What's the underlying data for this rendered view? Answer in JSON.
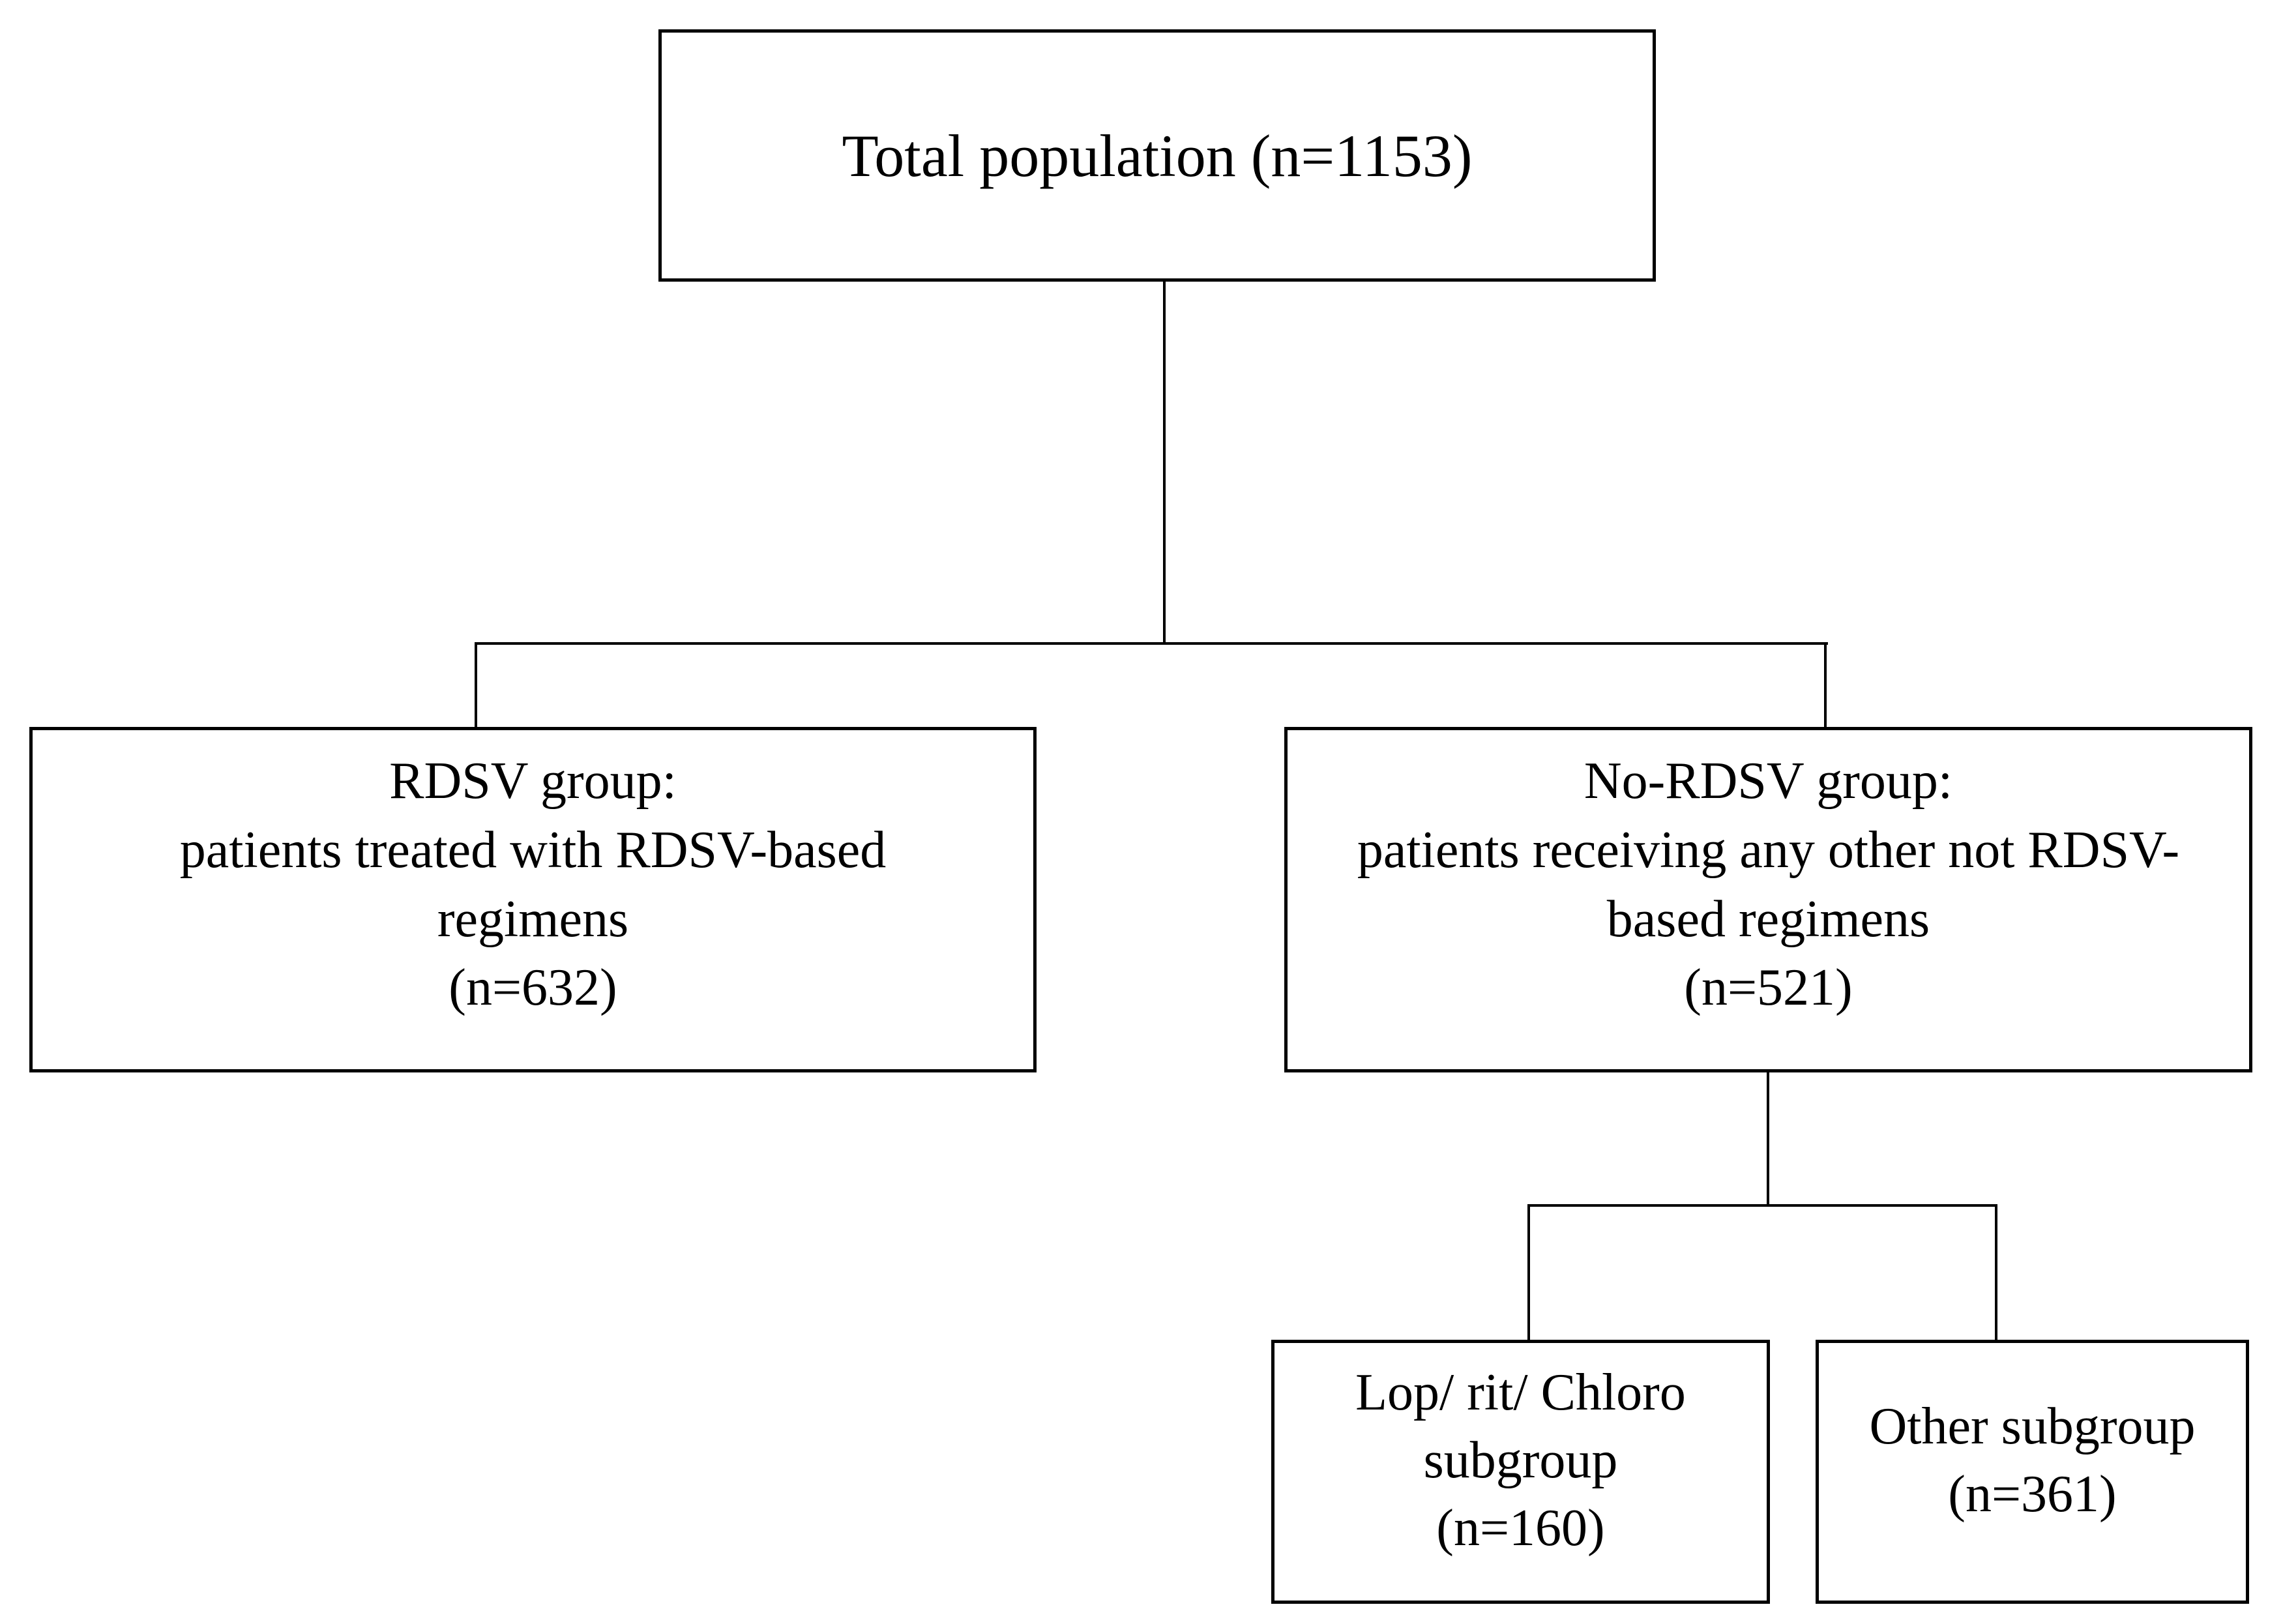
{
  "diagram": {
    "type": "flowchart",
    "colors": {
      "background": "#ffffff",
      "box_border": "#000000",
      "line": "#000000",
      "text": "#000000"
    },
    "nodes": [
      {
        "id": "total-population",
        "lines": [
          "Total population (n=1153)"
        ]
      },
      {
        "id": "rdsv-group",
        "lines": [
          "RDSV group:",
          "patients treated with RDSV-based",
          "regimens",
          "(n=632)"
        ]
      },
      {
        "id": "no-rdsv-group",
        "lines": [
          "No-RDSV group:",
          "patients receiving any other not RDSV-",
          "based regimens",
          "(n=521)"
        ]
      },
      {
        "id": "lop-rit-chloro-subgroup",
        "lines": [
          "Lop/ rit/ Chloro",
          "subgroup",
          "(n=160)"
        ]
      },
      {
        "id": "other-subgroup",
        "lines": [
          "Other subgroup",
          "(n=361)"
        ]
      }
    ],
    "edges": [
      {
        "from": "total-population",
        "to": "rdsv-group"
      },
      {
        "from": "total-population",
        "to": "no-rdsv-group"
      },
      {
        "from": "no-rdsv-group",
        "to": "lop-rit-chloro-subgroup"
      },
      {
        "from": "no-rdsv-group",
        "to": "other-subgroup"
      }
    ]
  }
}
